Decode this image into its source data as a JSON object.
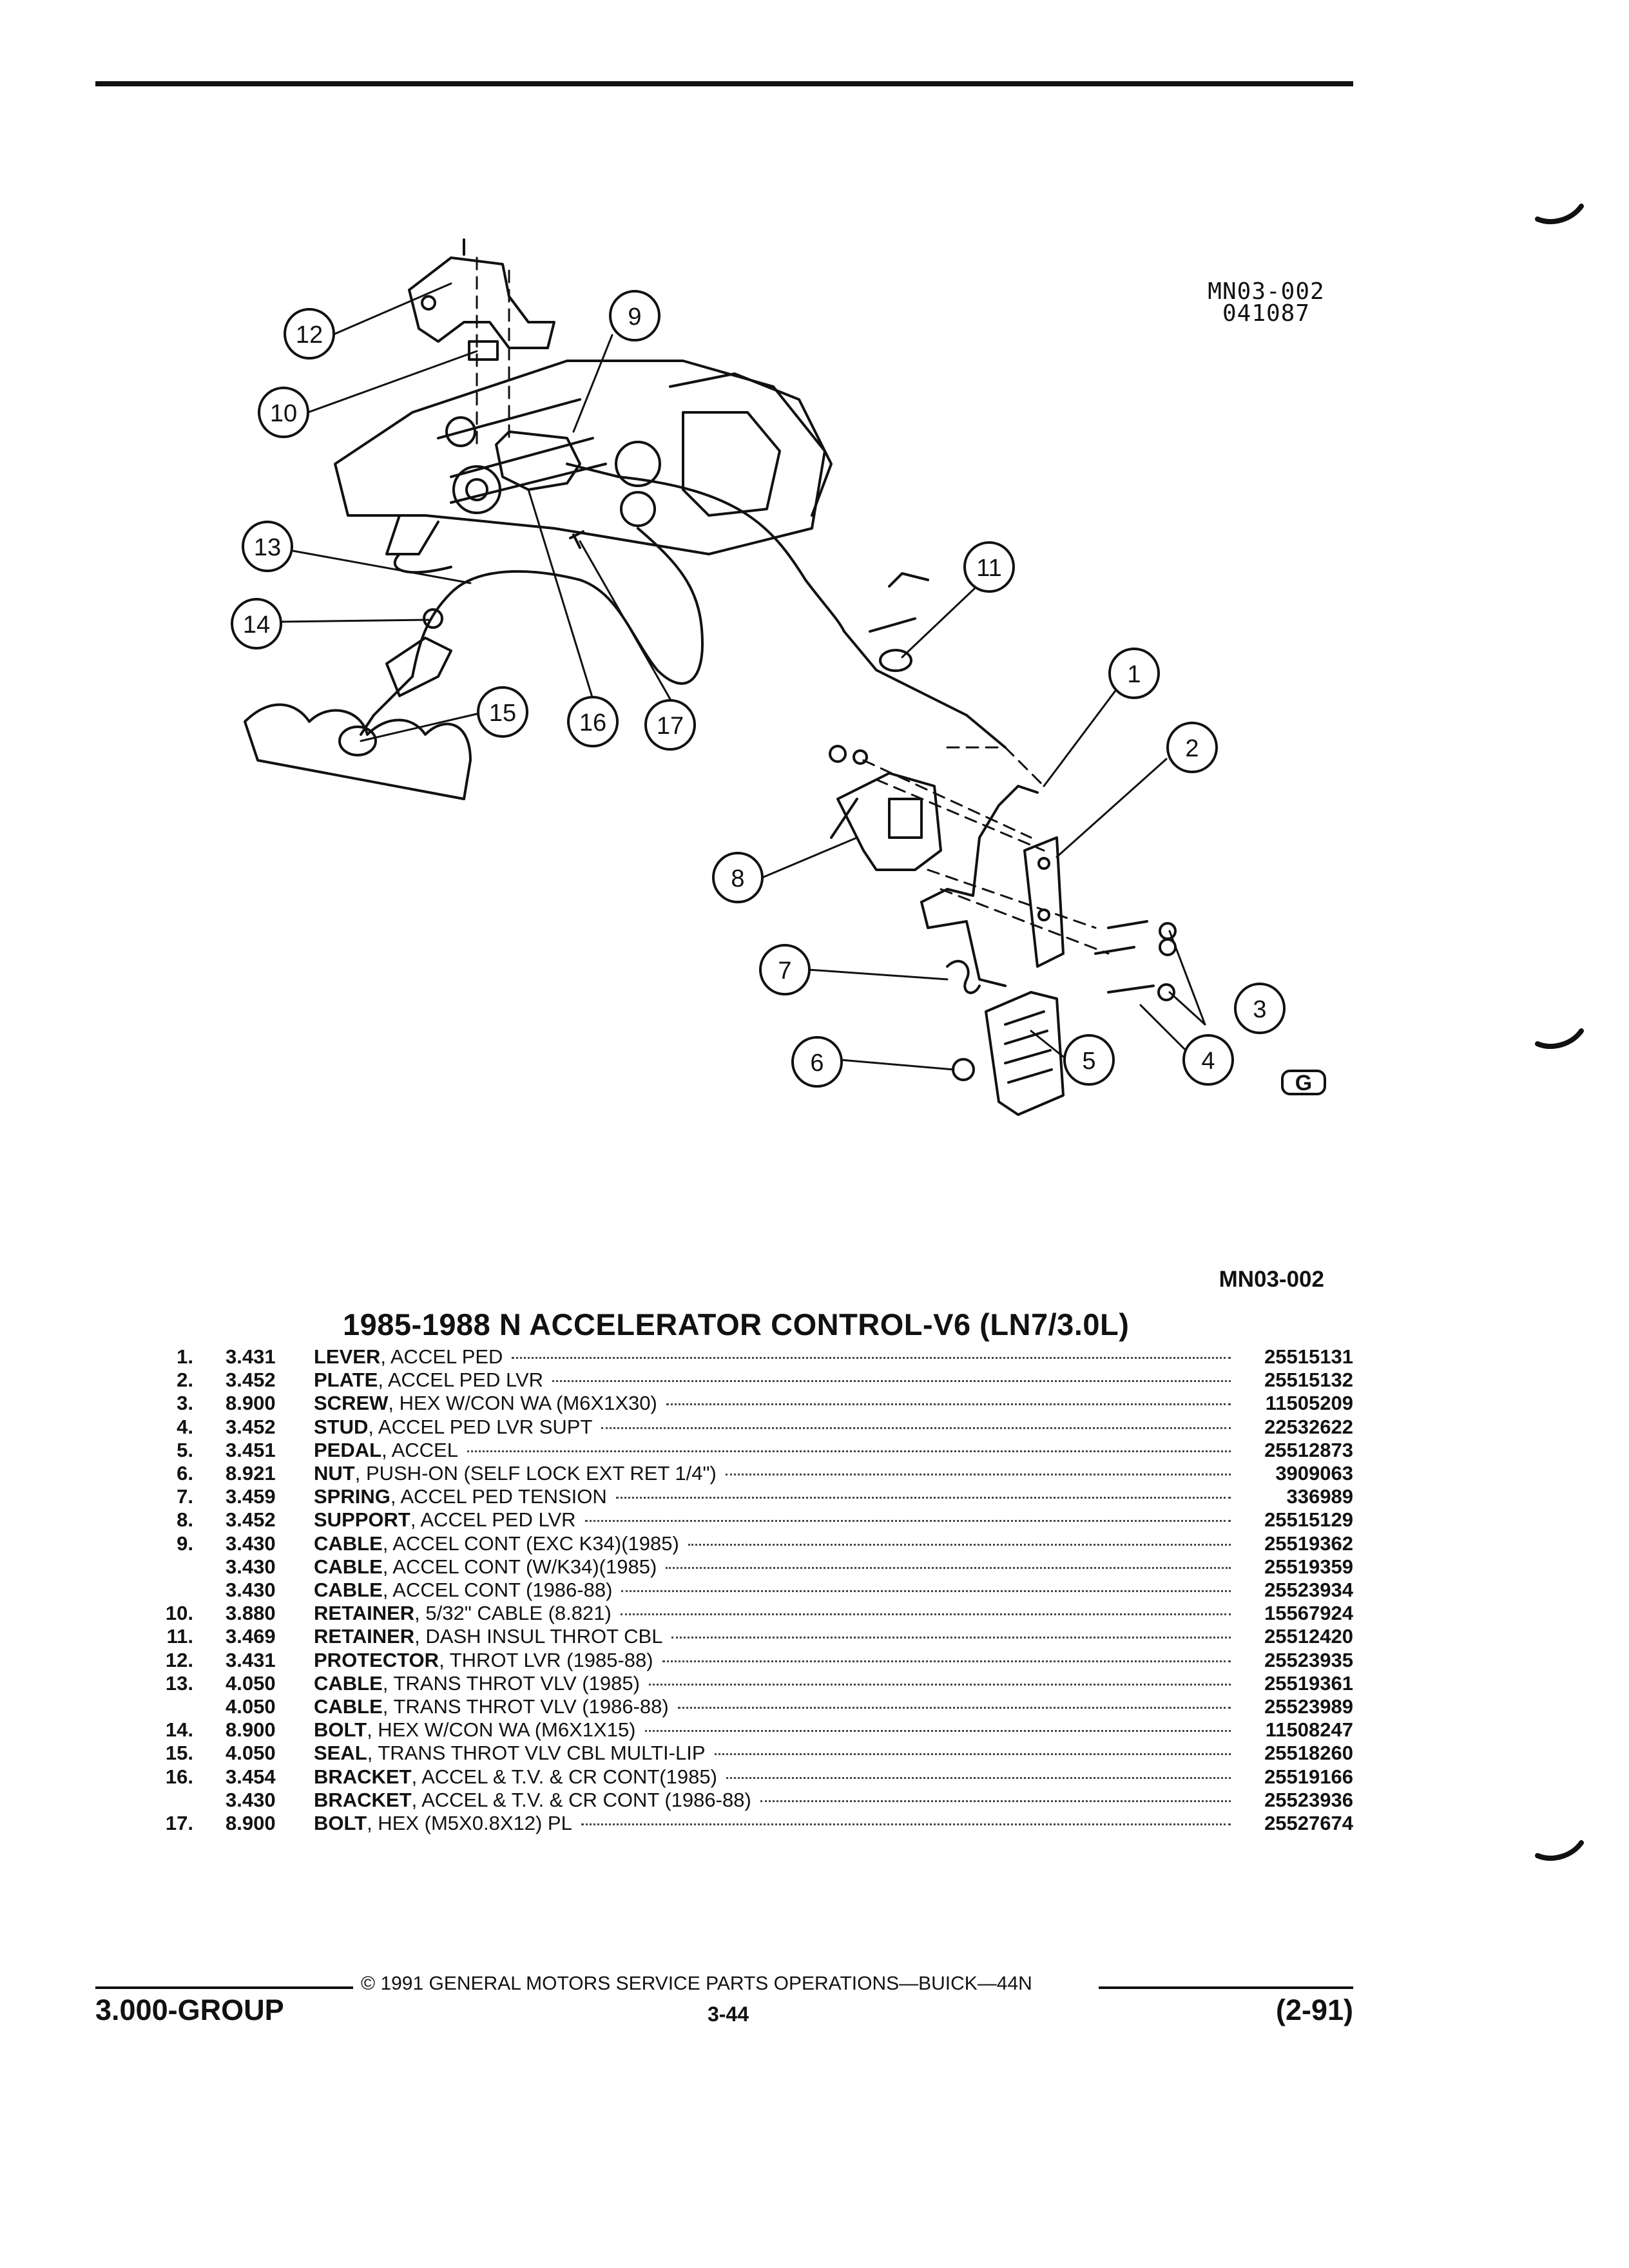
{
  "figure": {
    "code_line1": "MN03-002",
    "code_line2": "041087",
    "callouts": [
      "1",
      "2",
      "3",
      "4",
      "5",
      "6",
      "7",
      "8",
      "9",
      "10",
      "11",
      "12",
      "13",
      "14",
      "15",
      "16",
      "17"
    ],
    "logo_glyph": "G"
  },
  "figure_ref": "MN03-002",
  "title": "1985-1988 N ACCELERATOR CONTROL-V6 (LN7/3.0L)",
  "parts": [
    {
      "no": "1.",
      "group": "3.431",
      "name": "LEVER",
      "rest": ", ACCEL PED",
      "part": "25515131"
    },
    {
      "no": "2.",
      "group": "3.452",
      "name": "PLATE",
      "rest": ", ACCEL PED LVR",
      "part": "25515132"
    },
    {
      "no": "3.",
      "group": "8.900",
      "name": "SCREW",
      "rest": ", HEX W/CON WA (M6X1X30)",
      "part": "11505209"
    },
    {
      "no": "4.",
      "group": "3.452",
      "name": "STUD",
      "rest": ", ACCEL PED LVR SUPT",
      "part": "22532622"
    },
    {
      "no": "5.",
      "group": "3.451",
      "name": "PEDAL",
      "rest": ", ACCEL",
      "part": "25512873"
    },
    {
      "no": "6.",
      "group": "8.921",
      "name": "NUT",
      "rest": ", PUSH-ON (SELF LOCK EXT RET 1/4\")",
      "part": "3909063"
    },
    {
      "no": "7.",
      "group": "3.459",
      "name": "SPRING",
      "rest": ", ACCEL PED TENSION",
      "part": "336989"
    },
    {
      "no": "8.",
      "group": "3.452",
      "name": "SUPPORT",
      "rest": ", ACCEL PED LVR",
      "part": "25515129"
    },
    {
      "no": "9.",
      "group": "3.430",
      "name": "CABLE",
      "rest": ", ACCEL CONT (EXC K34)(1985)",
      "part": "25519362"
    },
    {
      "no": "",
      "group": "3.430",
      "name": "CABLE",
      "rest": ", ACCEL CONT (W/K34)(1985)",
      "part": "25519359"
    },
    {
      "no": "",
      "group": "3.430",
      "name": "CABLE",
      "rest": ", ACCEL CONT (1986-88)",
      "part": "25523934"
    },
    {
      "no": "10.",
      "group": "3.880",
      "name": "RETAINER",
      "rest": ", 5/32\" CABLE (8.821)",
      "part": "15567924"
    },
    {
      "no": "11.",
      "group": "3.469",
      "name": "RETAINER",
      "rest": ", DASH INSUL THROT CBL",
      "part": "25512420"
    },
    {
      "no": "12.",
      "group": "3.431",
      "name": "PROTECTOR",
      "rest": ", THROT LVR (1985-88)",
      "part": "25523935"
    },
    {
      "no": "13.",
      "group": "4.050",
      "name": "CABLE",
      "rest": ", TRANS THROT VLV (1985)",
      "part": "25519361"
    },
    {
      "no": "",
      "group": "4.050",
      "name": "CABLE",
      "rest": ", TRANS THROT VLV (1986-88)",
      "part": "25523989"
    },
    {
      "no": "14.",
      "group": "8.900",
      "name": "BOLT",
      "rest": ", HEX W/CON WA (M6X1X15)",
      "part": "11508247"
    },
    {
      "no": "15.",
      "group": "4.050",
      "name": "SEAL",
      "rest": ", TRANS THROT VLV CBL MULTI-LIP",
      "part": "25518260"
    },
    {
      "no": "16.",
      "group": "3.454",
      "name": "BRACKET",
      "rest": ", ACCEL & T.V. & CR CONT(1985)",
      "part": "25519166"
    },
    {
      "no": "",
      "group": "3.430",
      "name": "BRACKET",
      "rest": ", ACCEL & T.V. & CR CONT (1986-88)",
      "part": "25523936"
    },
    {
      "no": "17.",
      "group": "8.900",
      "name": "BOLT",
      "rest": ", HEX (M5X0.8X12) PL",
      "part": "25527674"
    }
  ],
  "footer": {
    "copyright": "© 1991 GENERAL MOTORS SERVICE PARTS OPERATIONS—BUICK—44N",
    "group": "3.000-GROUP",
    "page": "3-44",
    "revision": "(2-91)"
  }
}
